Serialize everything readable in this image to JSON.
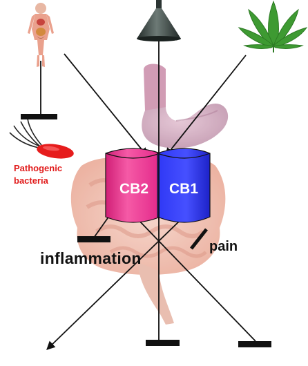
{
  "labels": {
    "pathogenic_line1": "Pathogenic",
    "pathogenic_line2": "bacteria",
    "cb2": "CB2",
    "cb1": "CB1",
    "inflammation": "inflammation",
    "pain": "pain"
  },
  "colors": {
    "cb2_receptor": "#f0358f",
    "cb1_receptor": "#2c33f0",
    "bacteria": "#e61c1c",
    "stomach": "#c99cb4",
    "intestine": "#efb4a4",
    "lamp": "#33403d",
    "leaf": "#3e9a32",
    "lines": "#111111"
  },
  "icons": {
    "human_body": "human-body-icon",
    "lamp": "lamp-icon",
    "cannabis": "cannabis-leaf-icon",
    "bacteria": "bacteria-icon"
  }
}
